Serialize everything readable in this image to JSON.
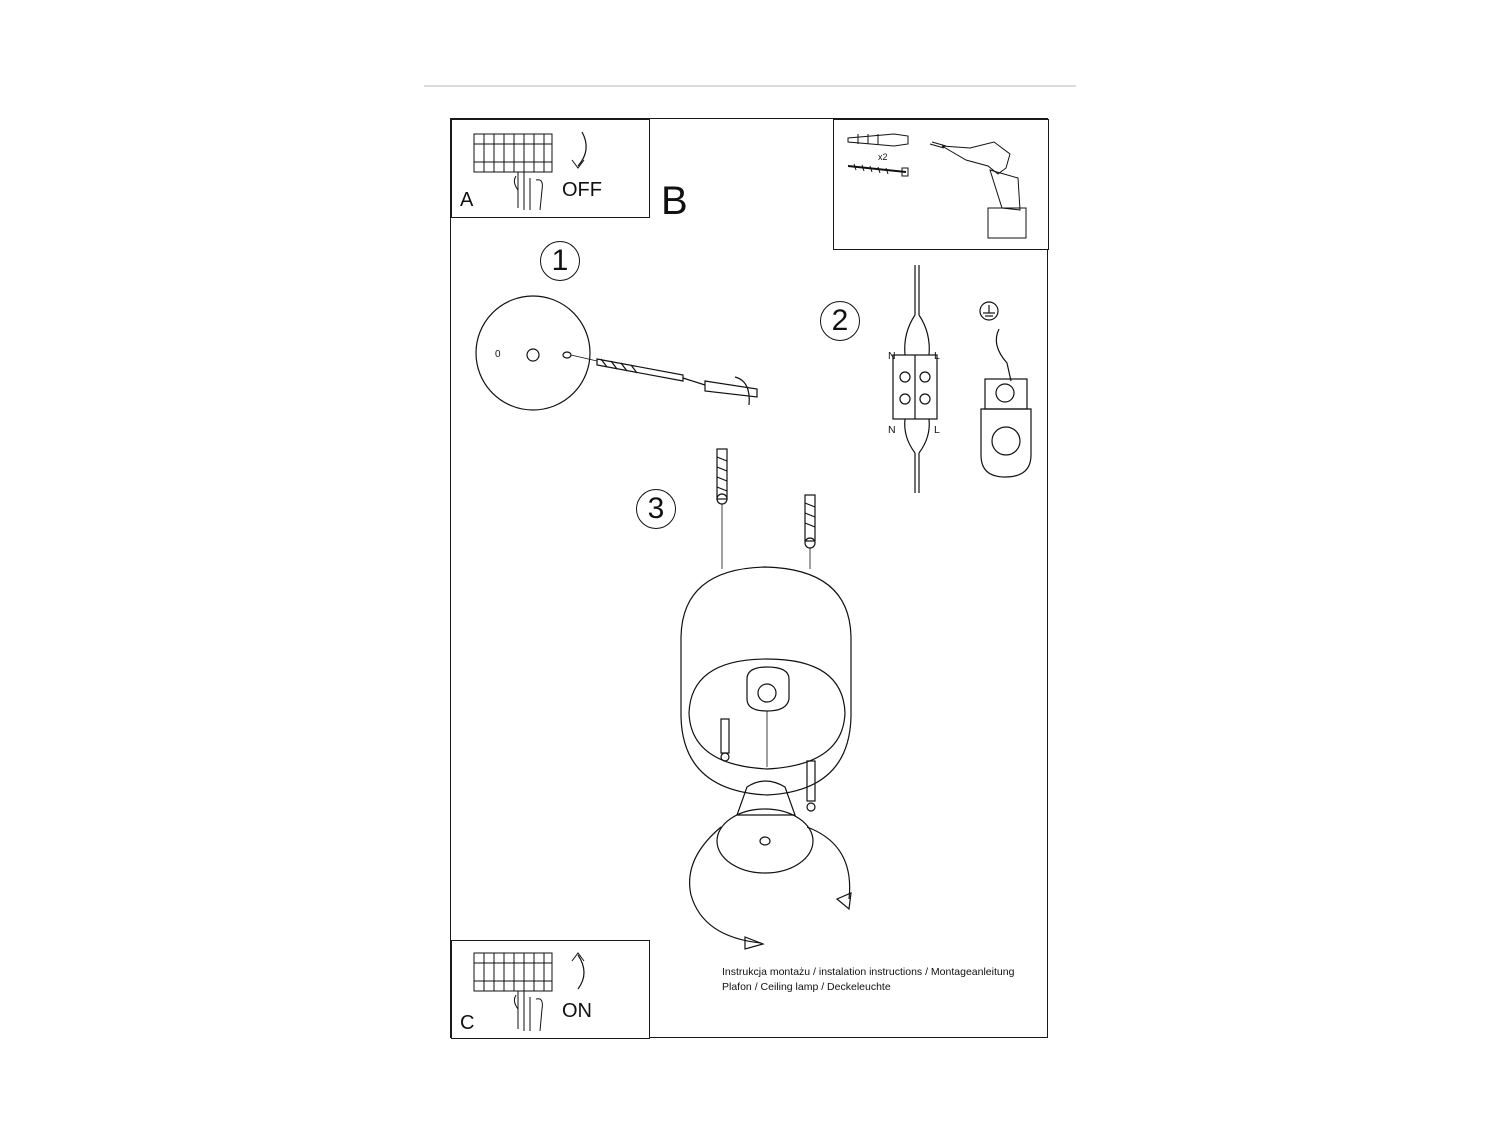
{
  "panels": {
    "a": {
      "letter": "A",
      "action": "OFF"
    },
    "b": {
      "letter": "B"
    },
    "c": {
      "letter": "C",
      "action": "ON"
    }
  },
  "tools": {
    "anchor_count": "x2"
  },
  "steps": {
    "one": {
      "number": "1",
      "plate_mark": "0"
    },
    "two": {
      "number": "2",
      "neutral": "N",
      "live": "L"
    },
    "three": {
      "number": "3"
    }
  },
  "caption": {
    "line1": "Instrukcja montażu / instalation instructions / Montageanleitung",
    "line2": "Plafon / Ceiling lamp / Deckeleuchte"
  }
}
